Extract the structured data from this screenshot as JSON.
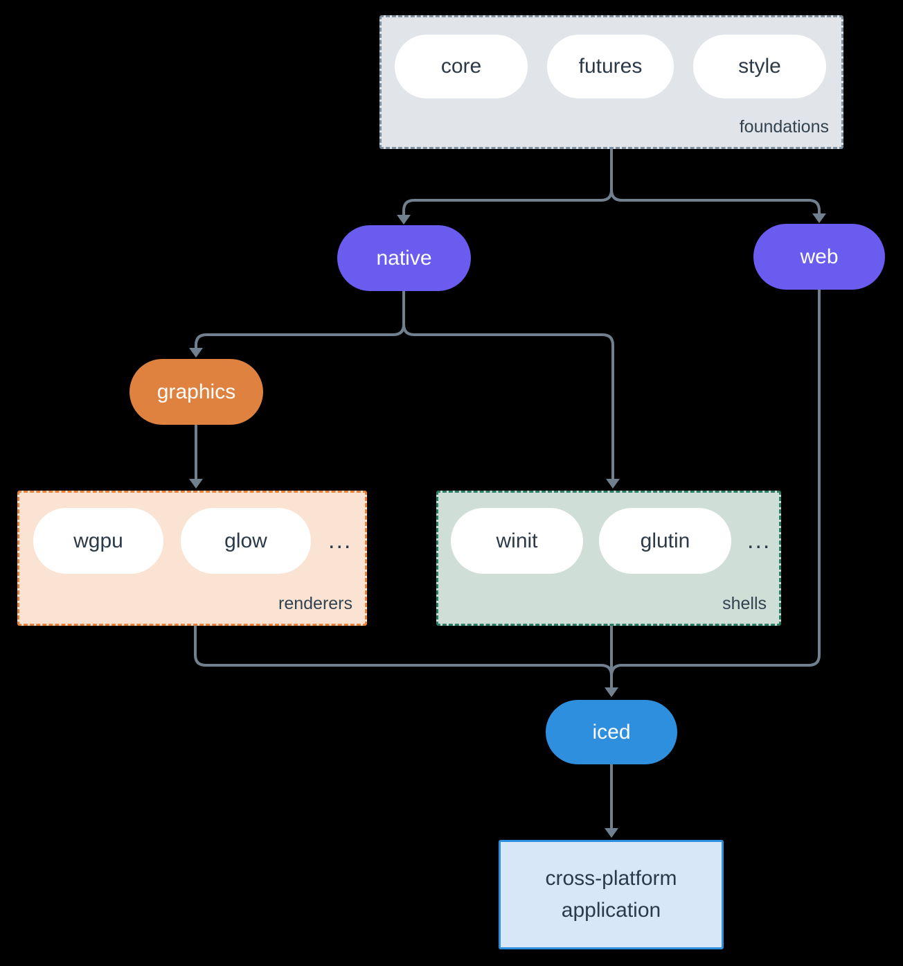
{
  "colors": {
    "background": "#000000",
    "arrow": "#71808f",
    "purple_node": "#6b5cf0",
    "orange_node": "#e0823f",
    "blue_node": "#2f8fdf",
    "foundations_fill": "#e1e4e8",
    "foundations_border": "#7e90a0",
    "renderers_fill": "#fae3d2",
    "renderers_border": "#e8813a",
    "shells_fill": "#cfded7",
    "shells_border": "#2c7d68",
    "application_fill": "#d7e7f8",
    "application_border": "#2f8fdf",
    "dark_text": "#2c3a48",
    "light_text": "#ffffff"
  },
  "groups": {
    "foundations": {
      "label": "foundations",
      "items": [
        "core",
        "futures",
        "style"
      ]
    },
    "renderers": {
      "label": "renderers",
      "items": [
        "wgpu",
        "glow"
      ],
      "more": "..."
    },
    "shells": {
      "label": "shells",
      "items": [
        "winit",
        "glutin"
      ],
      "more": "..."
    }
  },
  "nodes": {
    "native": "native",
    "web": "web",
    "graphics": "graphics",
    "iced": "iced",
    "application": "cross-platform application"
  }
}
